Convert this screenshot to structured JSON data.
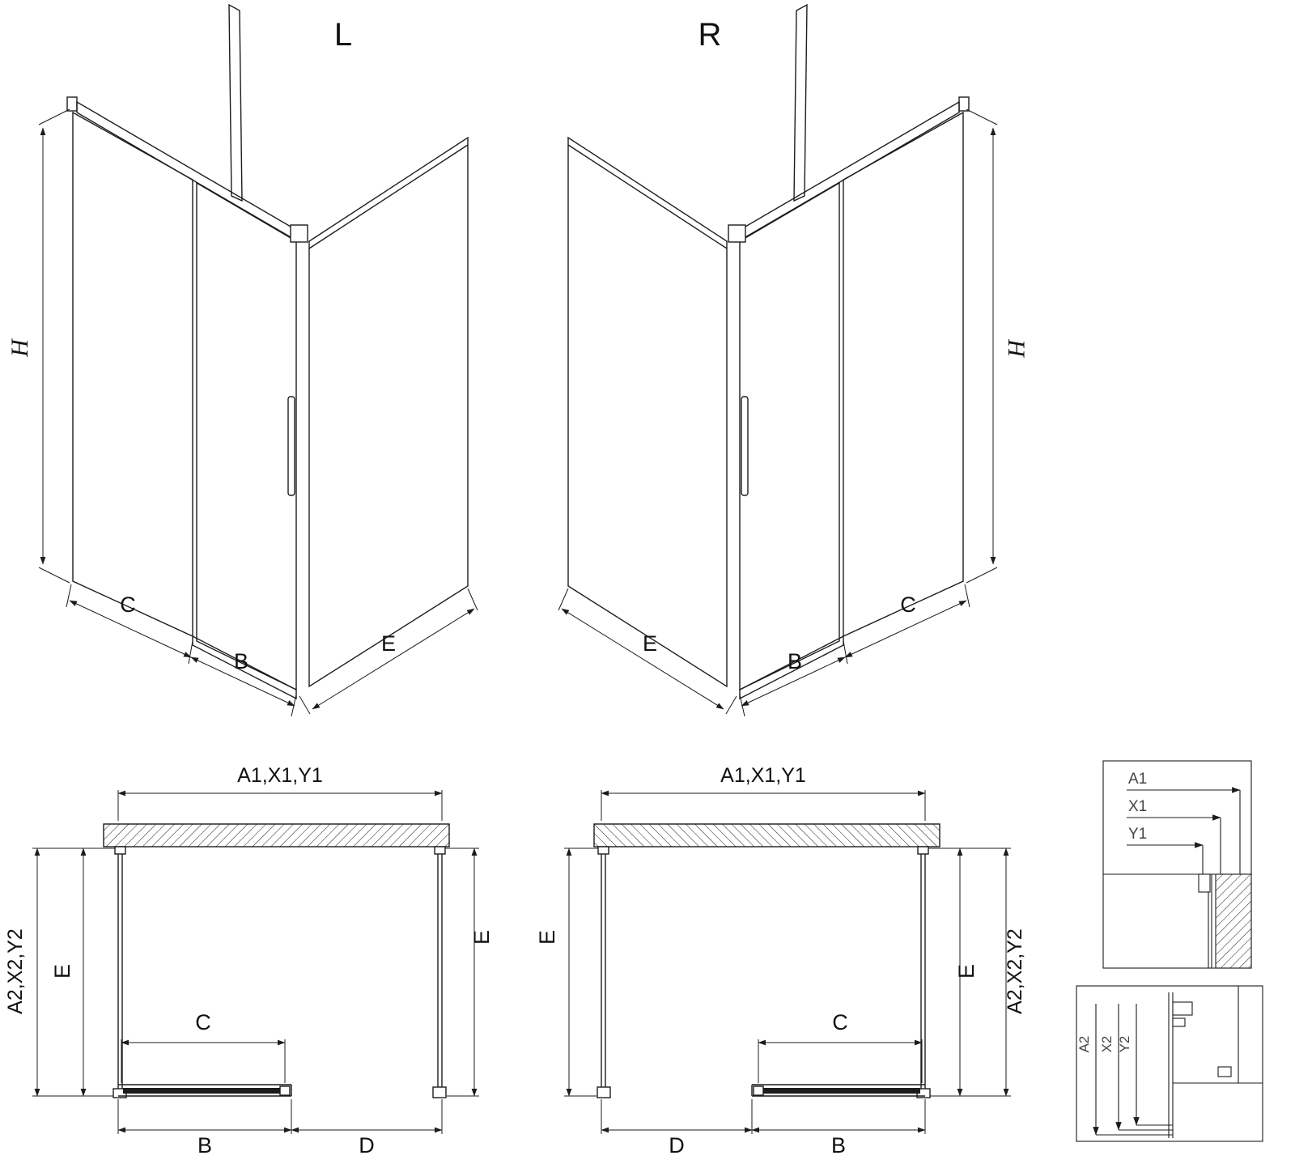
{
  "page": {
    "background": "#ffffff",
    "line_color": "#1c1c1c",
    "description": "Technical dimension drawing of corner shower enclosure, left (L) and right (R) versions, with plan views and section details"
  },
  "views": {
    "iso_left": {
      "label": "L",
      "dim_height": "H",
      "dim_side_width": "C",
      "dim_door_width": "B",
      "dim_return_width": "E"
    },
    "iso_right": {
      "label": "R",
      "dim_height": "H",
      "dim_side_width": "C",
      "dim_door_width": "B",
      "dim_return_width": "E"
    },
    "plan_left": {
      "dim_top": "A1,X1,Y1",
      "dim_left_outer": "A2,X2,Y2",
      "dim_left_inner": "E",
      "dim_right_inner": "E",
      "dim_door_panel": "C",
      "dim_bottom_door": "B",
      "dim_bottom_open": "D"
    },
    "plan_right": {
      "dim_top": "A1,X1,Y1",
      "dim_right_outer": "A2,X2,Y2",
      "dim_left_inner": "E",
      "dim_right_inner": "E",
      "dim_door_panel": "C",
      "dim_bottom_door": "B",
      "dim_bottom_open": "D"
    },
    "detail_top": {
      "dim_a1": "A1",
      "dim_x1": "X1",
      "dim_y1": "Y1"
    },
    "detail_bottom": {
      "dim_a2": "A2",
      "dim_x2": "X2",
      "dim_y2": "Y2"
    }
  }
}
